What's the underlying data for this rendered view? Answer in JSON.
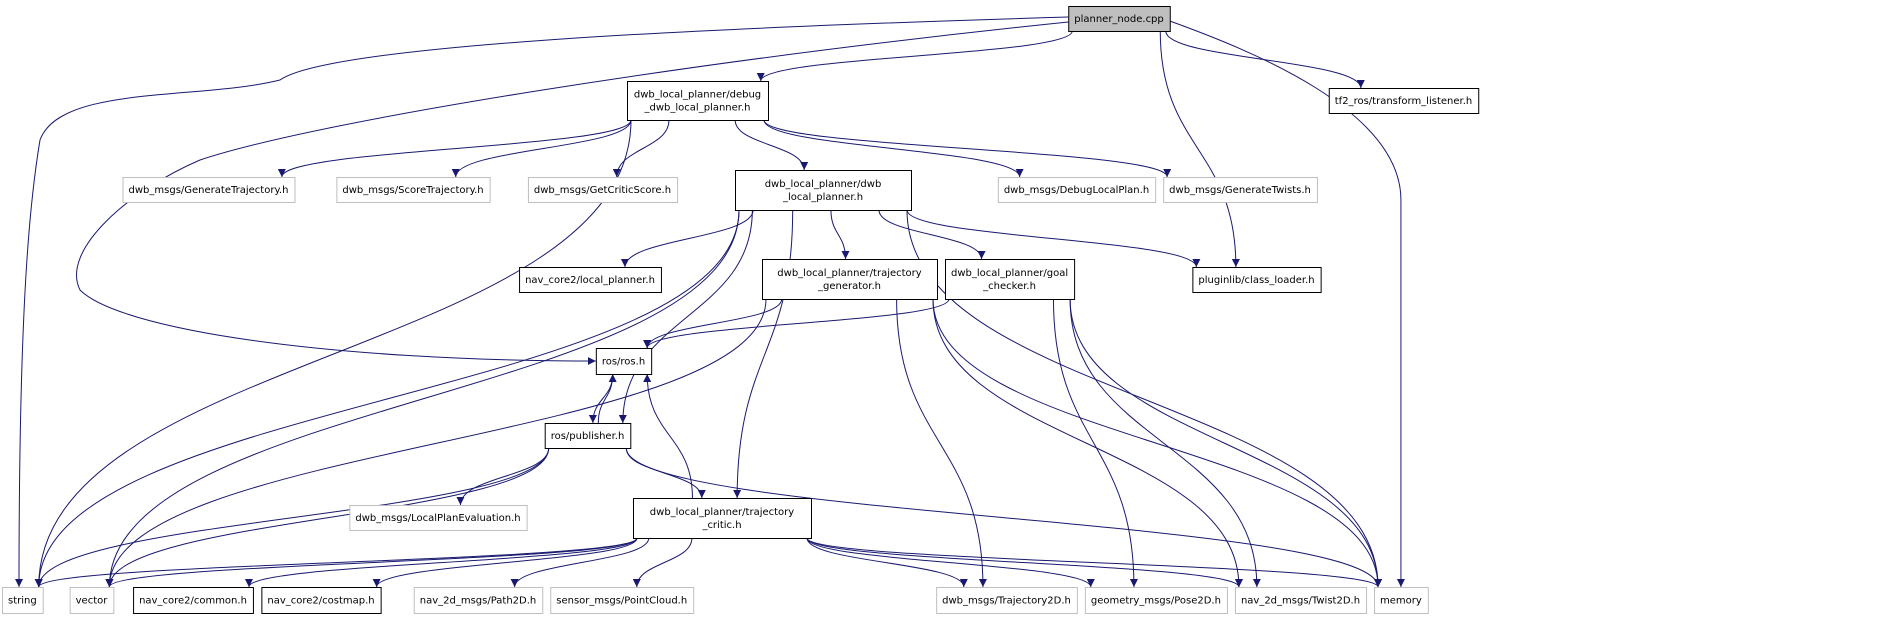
{
  "graph": {
    "colors": {
      "edge": "#191970",
      "root_fill": "#bfbfbf",
      "internal_border": "#000000",
      "external_border": "#bfbfbf"
    },
    "nodes": [
      {
        "id": "planner_node",
        "label": "planner_node.cpp",
        "kind": "root"
      },
      {
        "id": "debug_dwb",
        "label": "dwb_local_planner/debug\n_dwb_local_planner.h",
        "kind": "internal"
      },
      {
        "id": "tf2_listener",
        "label": "tf2_ros/transform_listener.h",
        "kind": "internal"
      },
      {
        "id": "gen_traj",
        "label": "dwb_msgs/GenerateTrajectory.h",
        "kind": "external"
      },
      {
        "id": "score_traj",
        "label": "dwb_msgs/ScoreTrajectory.h",
        "kind": "external"
      },
      {
        "id": "get_critic",
        "label": "dwb_msgs/GetCriticScore.h",
        "kind": "external"
      },
      {
        "id": "dwb_lp",
        "label": "dwb_local_planner/dwb\n_local_planner.h",
        "kind": "internal"
      },
      {
        "id": "debug_plan",
        "label": "dwb_msgs/DebugLocalPlan.h",
        "kind": "external"
      },
      {
        "id": "gen_twists",
        "label": "dwb_msgs/GenerateTwists.h",
        "kind": "external"
      },
      {
        "id": "local_planner",
        "label": "nav_core2/local_planner.h",
        "kind": "internal"
      },
      {
        "id": "traj_gen",
        "label": "dwb_local_planner/trajectory\n_generator.h",
        "kind": "internal"
      },
      {
        "id": "goal_checker",
        "label": "dwb_local_planner/goal\n_checker.h",
        "kind": "internal"
      },
      {
        "id": "class_loader",
        "label": "pluginlib/class_loader.h",
        "kind": "internal"
      },
      {
        "id": "ros_h",
        "label": "ros/ros.h",
        "kind": "internal"
      },
      {
        "id": "publisher",
        "label": "ros/publisher.h",
        "kind": "internal"
      },
      {
        "id": "lp_eval",
        "label": "dwb_msgs/LocalPlanEvaluation.h",
        "kind": "external"
      },
      {
        "id": "traj_critic",
        "label": "dwb_local_planner/trajectory\n_critic.h",
        "kind": "internal"
      },
      {
        "id": "string",
        "label": "string",
        "kind": "external"
      },
      {
        "id": "vector",
        "label": "vector",
        "kind": "external"
      },
      {
        "id": "common",
        "label": "nav_core2/common.h",
        "kind": "internal"
      },
      {
        "id": "costmap",
        "label": "nav_core2/costmap.h",
        "kind": "internal"
      },
      {
        "id": "path2d",
        "label": "nav_2d_msgs/Path2D.h",
        "kind": "external"
      },
      {
        "id": "pointcloud",
        "label": "sensor_msgs/PointCloud.h",
        "kind": "external"
      },
      {
        "id": "traj2d",
        "label": "dwb_msgs/Trajectory2D.h",
        "kind": "external"
      },
      {
        "id": "pose2d",
        "label": "geometry_msgs/Pose2D.h",
        "kind": "external"
      },
      {
        "id": "twist2d",
        "label": "nav_2d_msgs/Twist2D.h",
        "kind": "external"
      },
      {
        "id": "memory",
        "label": "memory",
        "kind": "external"
      }
    ],
    "edges": [
      [
        "planner_node",
        "debug_dwb"
      ],
      [
        "planner_node",
        "string"
      ],
      [
        "planner_node",
        "ros_h"
      ],
      [
        "planner_node",
        "tf2_listener"
      ],
      [
        "planner_node",
        "class_loader"
      ],
      [
        "planner_node",
        "memory"
      ],
      [
        "debug_dwb",
        "gen_traj"
      ],
      [
        "debug_dwb",
        "score_traj"
      ],
      [
        "debug_dwb",
        "get_critic"
      ],
      [
        "debug_dwb",
        "dwb_lp"
      ],
      [
        "debug_dwb",
        "debug_plan"
      ],
      [
        "debug_dwb",
        "gen_twists"
      ],
      [
        "debug_dwb",
        "string"
      ],
      [
        "dwb_lp",
        "local_planner"
      ],
      [
        "dwb_lp",
        "traj_gen"
      ],
      [
        "dwb_lp",
        "goal_checker"
      ],
      [
        "dwb_lp",
        "class_loader"
      ],
      [
        "dwb_lp",
        "memory"
      ],
      [
        "dwb_lp",
        "string"
      ],
      [
        "dwb_lp",
        "vector"
      ],
      [
        "dwb_lp",
        "publisher"
      ],
      [
        "dwb_lp",
        "traj_critic"
      ],
      [
        "traj_gen",
        "ros_h"
      ],
      [
        "traj_gen",
        "vector"
      ],
      [
        "traj_gen",
        "traj2d"
      ],
      [
        "traj_gen",
        "twist2d"
      ],
      [
        "traj_gen",
        "memory"
      ],
      [
        "goal_checker",
        "ros_h"
      ],
      [
        "goal_checker",
        "pose2d"
      ],
      [
        "goal_checker",
        "twist2d"
      ],
      [
        "goal_checker",
        "memory"
      ],
      [
        "ros_h",
        "publisher"
      ],
      [
        "publisher",
        "ros_h"
      ],
      [
        "publisher",
        "lp_eval"
      ],
      [
        "publisher",
        "traj_critic"
      ],
      [
        "publisher",
        "vector"
      ],
      [
        "publisher",
        "string"
      ],
      [
        "publisher",
        "memory"
      ],
      [
        "traj_critic",
        "ros_h"
      ],
      [
        "traj_critic",
        "string"
      ],
      [
        "traj_critic",
        "vector"
      ],
      [
        "traj_critic",
        "common"
      ],
      [
        "traj_critic",
        "costmap"
      ],
      [
        "traj_critic",
        "path2d"
      ],
      [
        "traj_critic",
        "pointcloud"
      ],
      [
        "traj_critic",
        "traj2d"
      ],
      [
        "traj_critic",
        "pose2d"
      ],
      [
        "traj_critic",
        "twist2d"
      ],
      [
        "traj_critic",
        "memory"
      ]
    ]
  }
}
